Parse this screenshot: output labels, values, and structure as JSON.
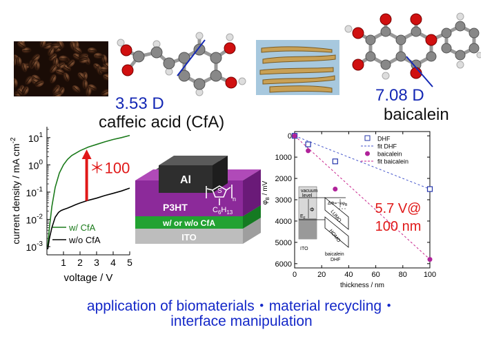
{
  "header": {
    "caffeic_dipole": "3.53 D",
    "caffeic_name": "caffeic acid (CfA)",
    "baicalein_dipole": "7.08 D",
    "baicalein_name": "baicalein"
  },
  "device": {
    "layers": [
      "Al",
      "P3HT",
      "w/ or w/o CfA",
      "ITO"
    ],
    "side_chain": "C",
    "side_chain_sub": "6",
    "side_chain_h": "H",
    "side_chain_h_sub": "13",
    "ring_s": "S",
    "ring_n": "n"
  },
  "caption": {
    "line1": "application of biomaterials・material recycling・",
    "line2": "interface manipulation"
  },
  "colors": {
    "green": "#1a7a1a",
    "red": "#e01818",
    "blue": "#1428c8",
    "purple": "#8a2a9a",
    "magenta": "#c8228c"
  },
  "chart_data": [
    {
      "type": "line",
      "xlabel": "voltage / V",
      "ylabel": "current density / mA cm",
      "ylabel_sup": "-2",
      "yscale": "log",
      "xlim": [
        0,
        5
      ],
      "ylim": [
        0.0005,
        25
      ],
      "xticks": [
        1,
        2,
        3,
        4,
        5
      ],
      "yticks": [
        {
          "v": 10,
          "b": "10",
          "e": "1"
        },
        {
          "v": 1,
          "b": "10",
          "e": "0"
        },
        {
          "v": 0.1,
          "b": "10",
          "e": "-1"
        },
        {
          "v": 0.01,
          "b": "10",
          "e": "-2"
        },
        {
          "v": 0.001,
          "b": "10",
          "e": "-3"
        }
      ],
      "series": [
        {
          "name": "w/ CfA",
          "color": "#1a7a1a",
          "x": [
            0.05,
            0.15,
            0.3,
            0.5,
            0.75,
            1.0,
            1.25,
            1.5,
            2.0,
            2.5,
            3.0,
            3.5,
            4.0,
            4.5,
            5.0
          ],
          "y": [
            0.001,
            0.005,
            0.03,
            0.15,
            0.5,
            1.0,
            1.6,
            2.2,
            3.3,
            4.5,
            5.6,
            7.0,
            8.5,
            10.0,
            12.0
          ]
        },
        {
          "name": "w/o CfA",
          "color": "#000000",
          "x": [
            0.05,
            0.15,
            0.3,
            0.5,
            0.7,
            0.85,
            1.0,
            1.25,
            1.5,
            1.75,
            2.0,
            2.5,
            3.0,
            3.5,
            4.0,
            4.5,
            5.0
          ],
          "y": [
            0.0008,
            0.002,
            0.005,
            0.012,
            0.018,
            0.021,
            0.023,
            0.026,
            0.03,
            0.035,
            0.04,
            0.05,
            0.06,
            0.075,
            0.09,
            0.11,
            0.14
          ]
        }
      ],
      "annotation": {
        "text": "＊100",
        "x": 2.4,
        "color": "#e01818"
      }
    },
    {
      "type": "scatter",
      "xlabel": "thickness / nm",
      "ylabel": "φ",
      "ylabel_sub": "B",
      "ylabel_unit": " / mV",
      "xlim": [
        0,
        100
      ],
      "ylim": [
        -200,
        6200
      ],
      "y_inverted": true,
      "xticks": [
        0,
        20,
        40,
        60,
        80,
        100
      ],
      "yticks": [
        0,
        1000,
        2000,
        3000,
        4000,
        5000,
        6000
      ],
      "series": [
        {
          "name": "DHF",
          "marker": "open-square",
          "color": "#2233aa",
          "x": [
            0,
            10,
            30,
            100
          ],
          "y": [
            0,
            400,
            1200,
            2500
          ]
        },
        {
          "name": "fit DHF",
          "style": "dashed",
          "color": "#4455cc",
          "x": [
            0,
            100
          ],
          "y": [
            0,
            2500
          ]
        },
        {
          "name": "baicalein",
          "marker": "filled-circle",
          "color": "#b0229a",
          "x": [
            0,
            10,
            30,
            100
          ],
          "y": [
            0,
            700,
            2500,
            5800
          ]
        },
        {
          "name": "fit baicalein",
          "style": "dashed",
          "color": "#c8228c",
          "x": [
            0,
            100
          ],
          "y": [
            0,
            5800
          ]
        }
      ],
      "annotation": {
        "line1": "5.7 V@",
        "line2": "100 nm",
        "color": "#e01818"
      },
      "inset": {
        "vacuum": "vacuum",
        "level": "level",
        "phi": "Φ",
        "ef": "E",
        "ef_sub": "F",
        "delta": "ΔΦ=−eφ",
        "delta_sub": "B",
        "lumo": "LUMO",
        "homo": "HOMO",
        "ito": "ITO",
        "baicalein": "baicalein",
        "dhf": "DHF"
      }
    }
  ]
}
